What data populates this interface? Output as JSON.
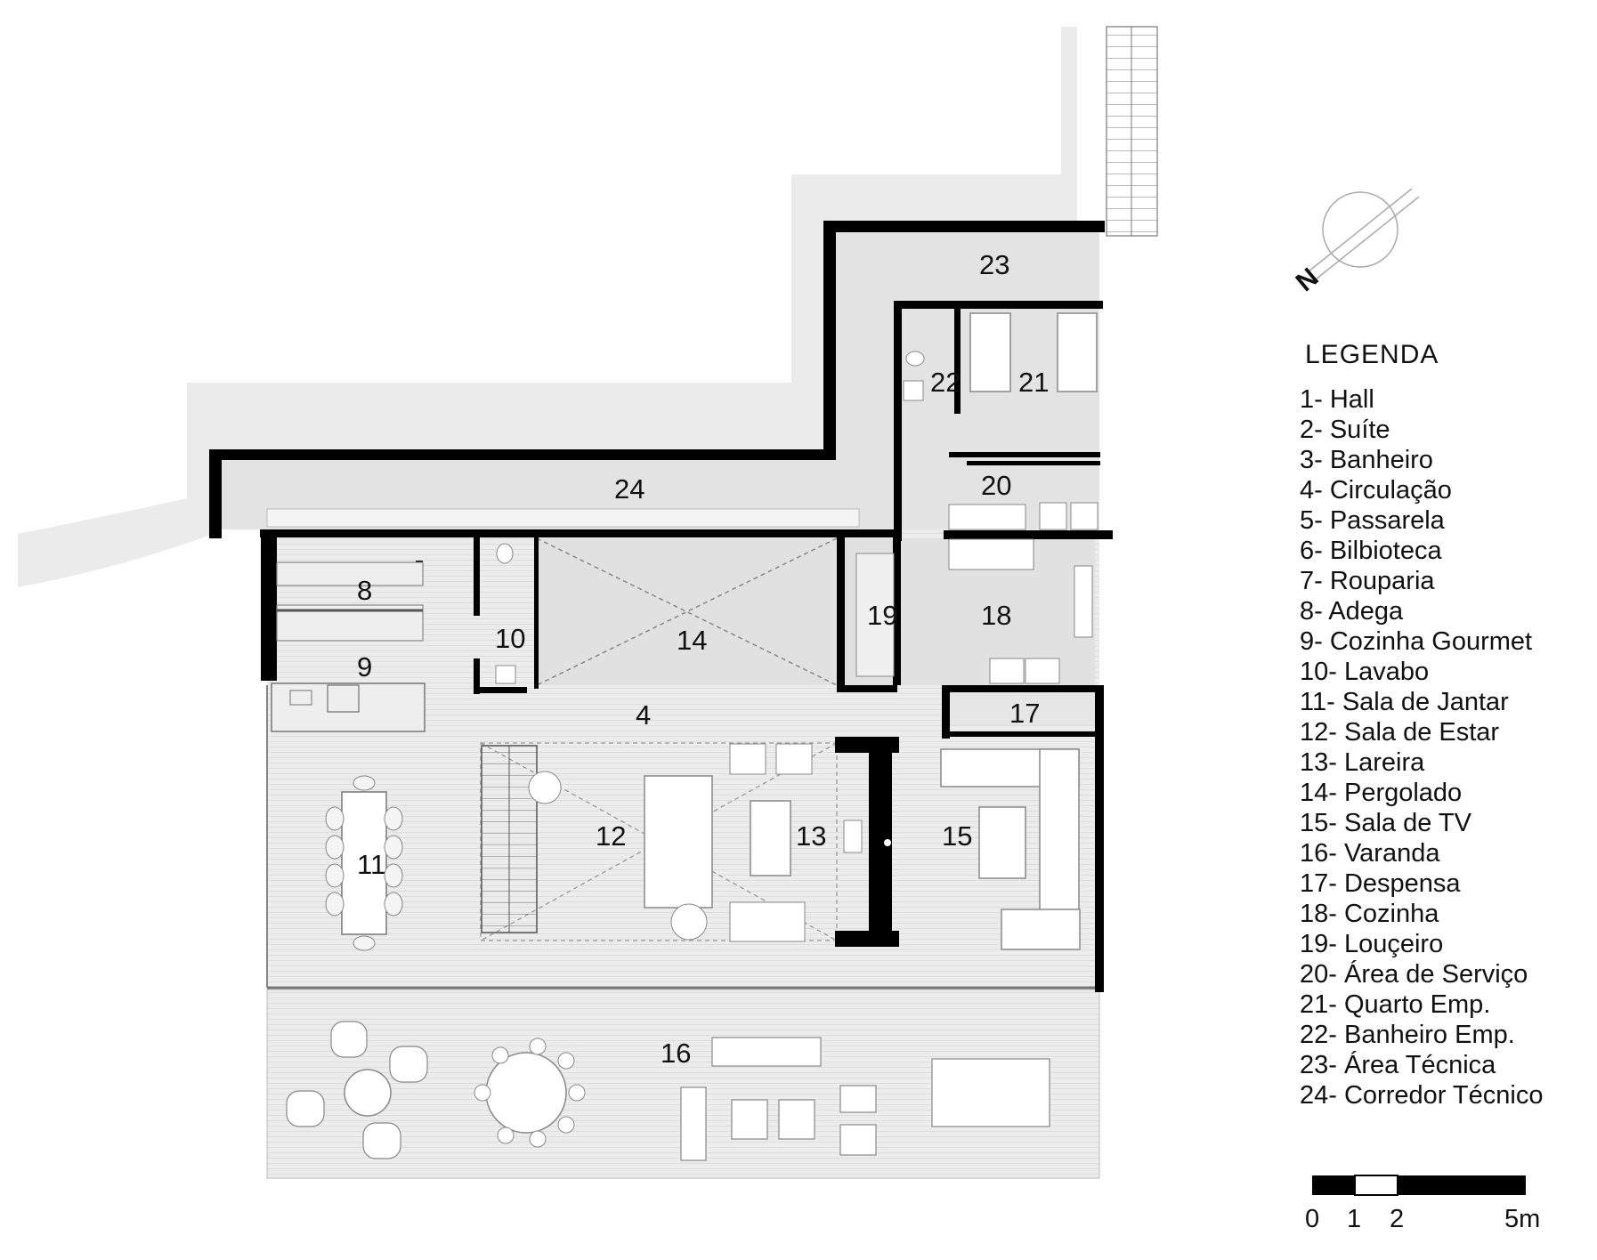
{
  "legend": {
    "title": "LEGENDA",
    "items": [
      "1- Hall",
      "2- Suíte",
      "3- Banheiro",
      "4- Circulação",
      "5- Passarela",
      "6- Bilbioteca",
      "7- Rouparia",
      "8- Adega",
      "9- Cozinha Gourmet",
      "10- Lavabo",
      "11- Sala de Jantar",
      "12- Sala de Estar",
      "13- Lareira",
      "14- Pergolado",
      "15- Sala de TV",
      "16- Varanda",
      "17- Despensa",
      "18- Cozinha",
      "19- Louçeiro",
      "20- Área de Serviço",
      "21- Quarto Emp.",
      "22- Banheiro Emp.",
      "23- Área Técnica",
      "24- Corredor Técnico"
    ]
  },
  "rooms": {
    "r4": "4",
    "r8": "8",
    "r9": "9",
    "r10": "10",
    "r11": "11",
    "r12": "12",
    "r13": "13",
    "r14": "14",
    "r15": "15",
    "r16": "16",
    "r17": "17",
    "r18": "18",
    "r19": "19",
    "r20": "20",
    "r21": "21",
    "r22": "22",
    "r23": "23",
    "r24": "24"
  },
  "north": {
    "label": "N",
    "icon": "north-arrow-icon"
  },
  "scale": {
    "labels": [
      "0",
      "1",
      "2",
      "5m"
    ]
  },
  "colors": {
    "wall": "#000000",
    "floor": "#e4e4e4",
    "floor_light": "#ededed",
    "terrain": "#ececec"
  }
}
